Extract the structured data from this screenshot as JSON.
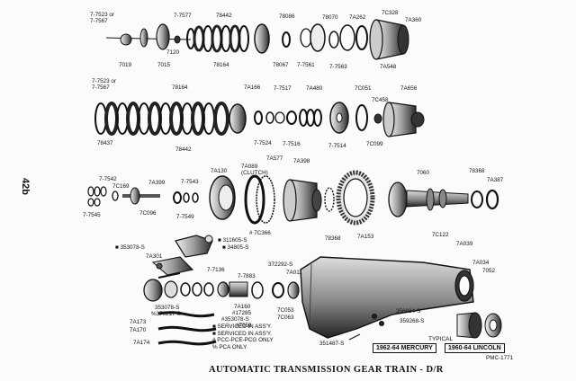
{
  "page_number": "42b",
  "caption": "AUTOMATIC TRANSMISSION GEAR TRAIN - D/R",
  "applications": {
    "mercury": "1962-64 MERCURY",
    "lincoln": "1960-64 LINCOLN"
  },
  "typical": "TYPICAL",
  "figure_number": "PMC-1771",
  "legend": [
    "■ SERVICED IN ASS'Y.",
    "■ SERVICED IN ASS'Y.",
    "# PCC-PCE-PCG ONLY",
    "% PCA ONLY"
  ],
  "part_labels": {
    "r1_7523_7567": "7-7523 or\n7-7567",
    "r1_7577": "7-7577",
    "r1_78442": "78442",
    "r1_78086": "78086",
    "r1_78070": "78070",
    "r1_7a262": "7A262",
    "r1_7c328": "7C328",
    "r1_7a360": "7A360",
    "r1_7120": "7120",
    "r1_7019": "7019",
    "r1_7015": "7015",
    "r1_78164": "78164",
    "r1_78067": "78067",
    "r1_7561": "7-7561",
    "r1_7563": "7-7563",
    "r1_7a548": "7A548",
    "r2_7523_7567": "7-7523 or\n7-7567",
    "r2_78164": "78164",
    "r2_7a166": "7A166",
    "r2_7517": "7-7517",
    "r2_7a480": "7A480",
    "r2_7c051": "7C051",
    "r2_7a656": "7A656",
    "r2_7c458": "7C458",
    "r2_78437": "78437",
    "r2_78442": "78442",
    "r2_7524": "7-7524",
    "r2_7516": "7-7516",
    "r2_7514": "7-7514",
    "r2_7c099": "7C099",
    "r3_7542": "7-7542",
    "r3_7c169": "7C169",
    "r3_7a399": "7A399",
    "r3_7543": "7-7543",
    "r3_7a130": "7A130",
    "r3_7a089": "7A089\n(CLUTCH)",
    "r3_7a577": "7A577",
    "r3_7a398": "7A398",
    "r3_7060": "7060",
    "r3_78368a": "78368",
    "r3_7a387": "7A387",
    "r3_7545": "7-7545",
    "r3_7c096": "7C096",
    "r3_7549": "7-7549",
    "r3_7c366": "# 7C366",
    "r3_78368b": "78368",
    "r3_7a153": "7A153",
    "r3_7c122": "7C122",
    "r4_311605": "■ 311605-S",
    "r4_353078a": "■ 353078-S",
    "r4_34805": "■ 34805-S",
    "r4_7a301": "7A301",
    "r4_372292": "372292-S",
    "r4_7a011": "7A011",
    "r4_7a039": "7A039",
    "r4_7a034": "7A034",
    "r4_7052": "7052",
    "r4_7136": "7-7136",
    "r4_7883": "7-7883",
    "r4_353078b": "353078-S",
    "r4_370217": "%370217-S",
    "r4_7a160": "7A160",
    "r4_17285": "#17285",
    "r4_353078c": "#353078-S",
    "r4_7059": "#7059",
    "r4_7c053": "7C053",
    "r4_7c063": "7C063",
    "r4_356684": "356684-S",
    "r4_359268": "359268-S",
    "r4_351487": "351487-S",
    "r4_7a173": "7A173",
    "r4_7a170": "7A170",
    "r4_7a174": "7A174"
  }
}
